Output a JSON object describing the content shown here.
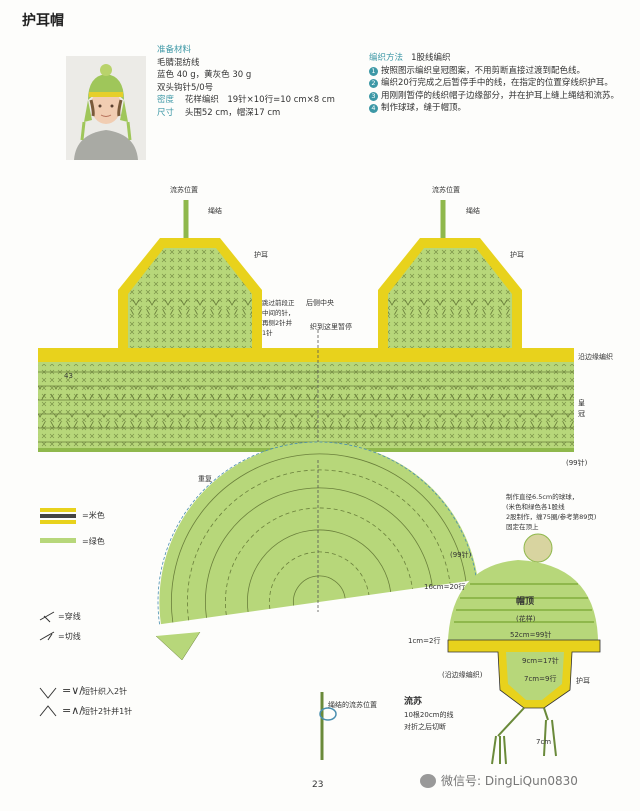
{
  "page": {
    "title": "护耳帽",
    "page_number": "23"
  },
  "materials": {
    "heading": "准备材料",
    "yarn": "毛腈混纺线",
    "colors": "蓝色 40 g，黄灰色 30 g",
    "hook": "双头钩针5/0号",
    "density_label": "密度",
    "density_value": "花样编织　19针×10行=10 cm×8 cm",
    "size_label": "尺寸",
    "size_value": "头围52 cm，帽深17 cm"
  },
  "method": {
    "heading": "编织方法",
    "heading_value": "1股线编织",
    "steps": [
      {
        "n": "1",
        "text": "按照图示编织皇冠图案，不用剪断直接过渡到配色线。"
      },
      {
        "n": "2",
        "text": "编织20行完成之后暂停手中的线，在指定的位置穿线织护耳。"
      },
      {
        "n": "3",
        "text": "用刚刚暂停的线织帽子边缘部分，并在护耳上缝上绳结和流苏。"
      },
      {
        "n": "4",
        "text": "制作球球，缝于帽顶。"
      }
    ]
  },
  "chart_labels": {
    "tassel_pos_left": "流苏位置",
    "tassel_pos_right": "流苏位置",
    "cord_left": "绳结",
    "cord_right": "绳结",
    "earflap_left": "护耳",
    "earflap_right": "护耳",
    "skip_note_1": "跳过前段正",
    "skip_note_2": "中间的针，",
    "skip_note_3": "再侧2针并",
    "skip_note_4": "1针",
    "back_center": "后侧中央",
    "pause_here": "织到这里暂停",
    "edge_knit": "沿边缘编织",
    "crown_1": "皇",
    "crown_2": "冠",
    "stitch_99": "(99针)",
    "row_43": "43",
    "repeat": "重复",
    "stitch_99b": "(99针)"
  },
  "legend": {
    "beige": "=米色",
    "green": "=绿色",
    "attach": "=穿线",
    "cut": "=切线",
    "inc": "短针织入2针",
    "dec": "短针2针并1针"
  },
  "hat_diagram": {
    "pompom_1": "制作直径6.5cm的球球，",
    "pompom_2": "(米色和绿色各1股线",
    "pompom_3": "2股制作，缠75圈/参考第89页)",
    "pompom_4": "固定在顶上",
    "crown_label": "帽顶",
    "pattern": "(花样)",
    "circ": "52cm=99针",
    "depth": "16cm=20行",
    "rim": "1cm=2行",
    "flap_w": "9cm=17针",
    "flap_h": "7cm=9行",
    "edge": "(沿边缘编织)",
    "earflap": "护耳",
    "tassel_len": "7cm"
  },
  "tassel_notes": {
    "cord_tassel": "绳结的流苏位置",
    "heading": "流苏",
    "line1": "10根20cm的线",
    "line2": "对折之后切断"
  },
  "watermark": "微信号: DingLiQun0830",
  "colors": {
    "yellow": "#e8d21c",
    "green": "#b7d77a",
    "green_dark": "#8fb84c",
    "beige": "#ece3c0",
    "teal": "#3d98a6"
  }
}
